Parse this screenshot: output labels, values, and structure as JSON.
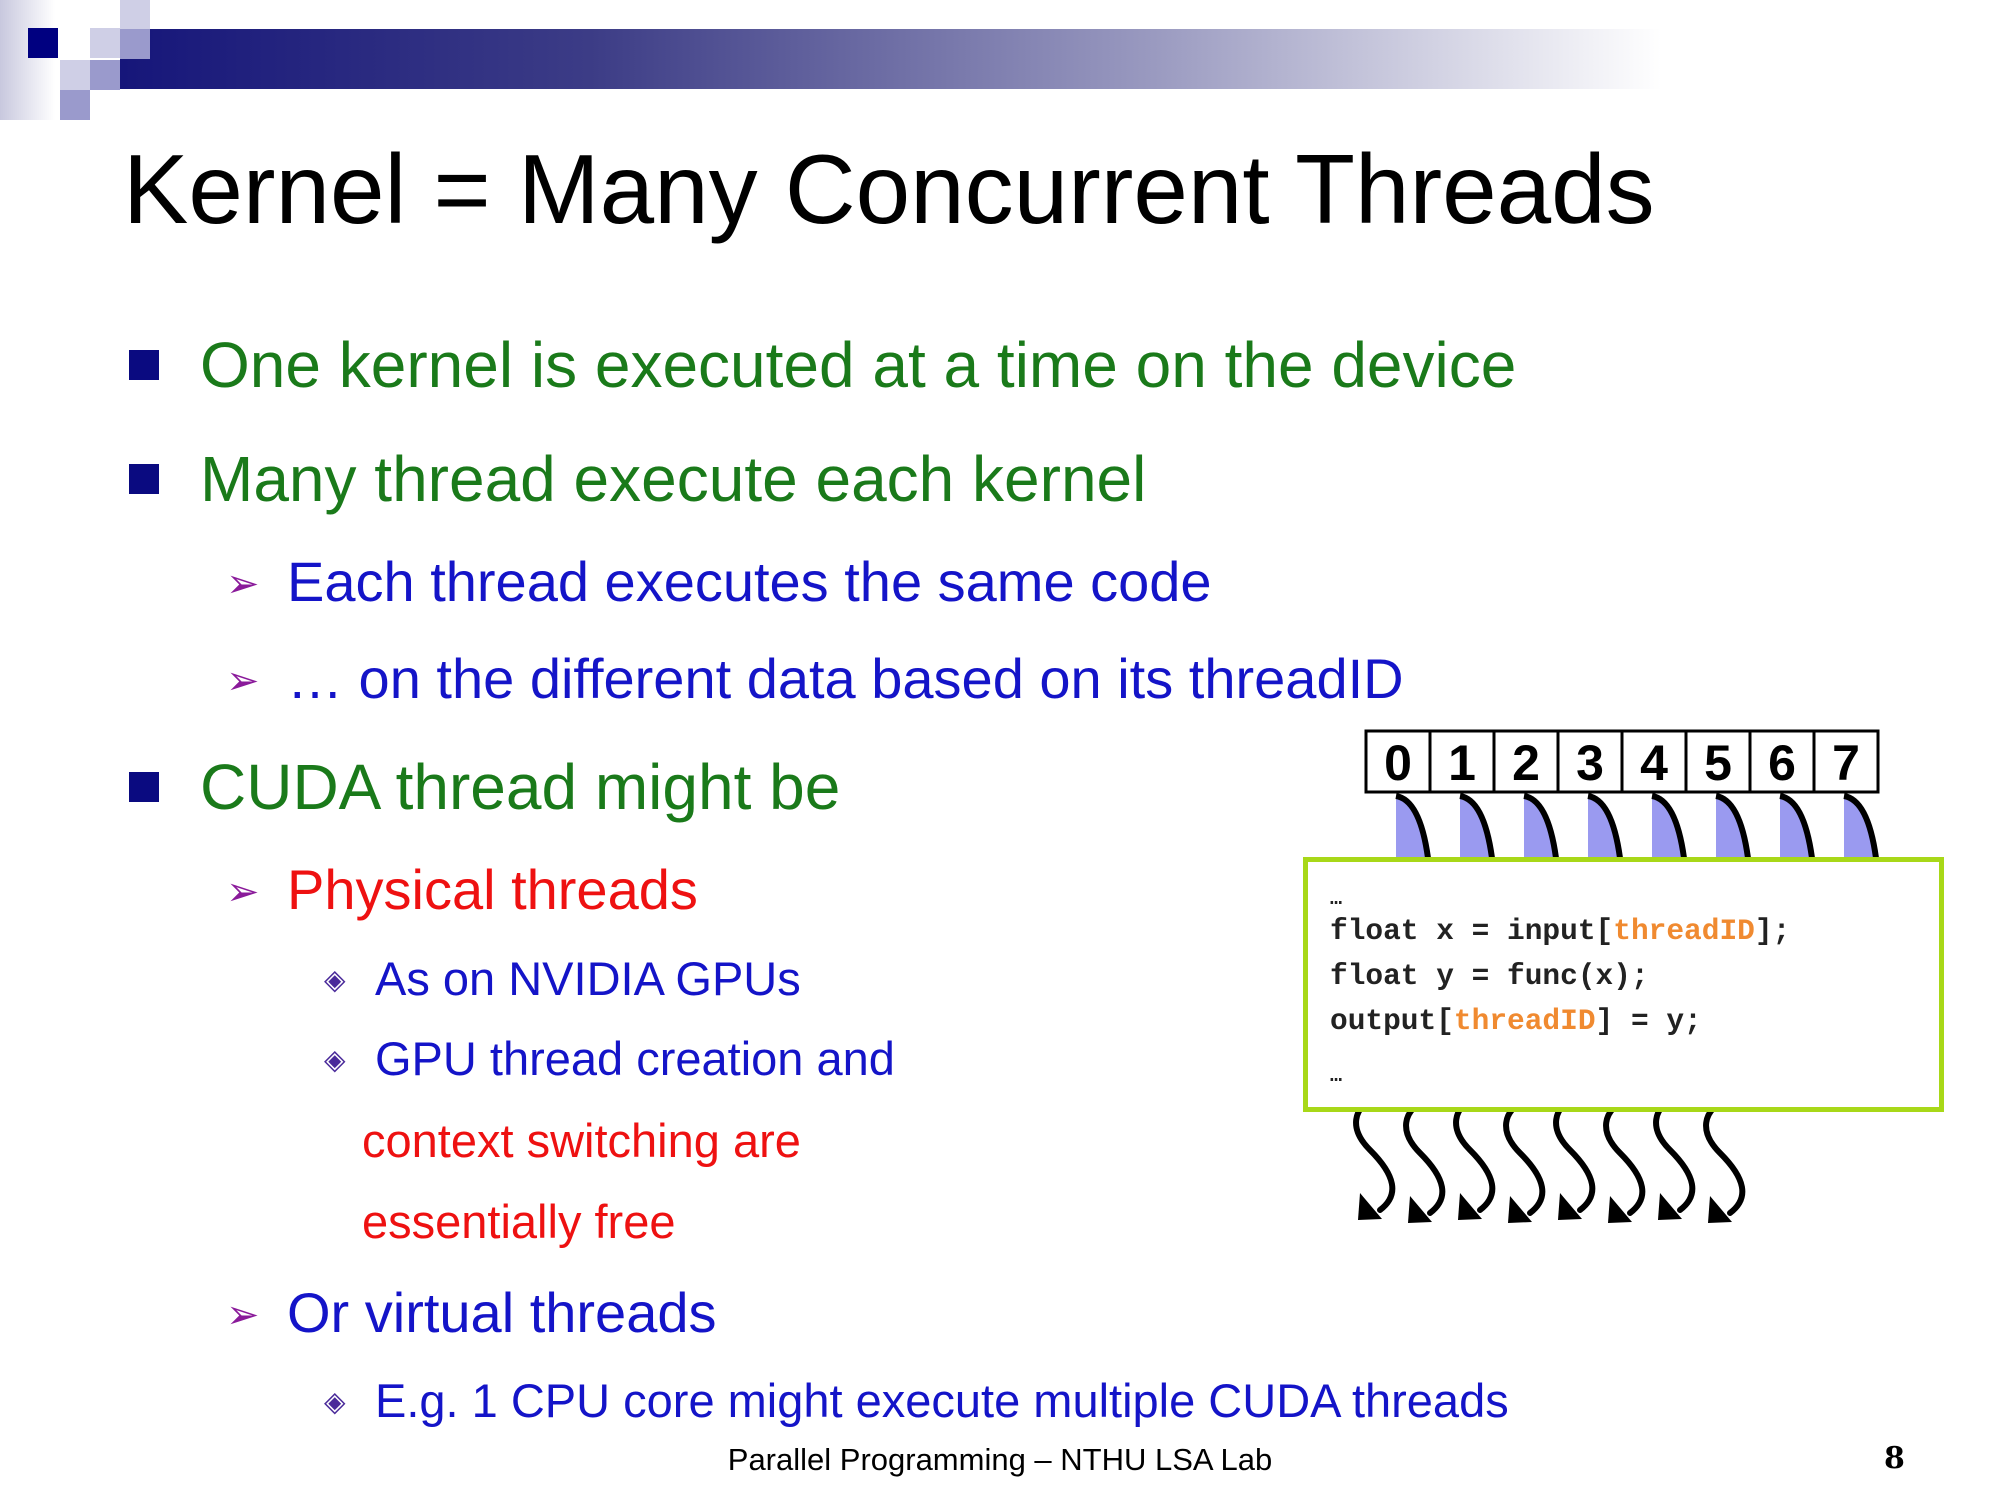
{
  "slide": {
    "title": "Kernel = Many Concurrent Threads",
    "bullets": {
      "b1": "One kernel is executed at a time on the device",
      "b2": "Many thread execute each kernel",
      "b2_1": "Each thread executes the same code",
      "b2_2": "… on the different data based on its threadID",
      "b3": "CUDA thread might be",
      "b3_1": "Physical threads",
      "b3_1_1": "As on NVIDIA GPUs",
      "b3_1_2": "GPU thread creation and",
      "b3_1_2_cont1": "context switching are",
      "b3_1_2_cont2": "essentially free",
      "b3_2": "Or virtual threads",
      "b3_2_1": "E.g. 1 CPU core might execute multiple CUDA threads"
    },
    "diagram": {
      "thread_ids": [
        "0",
        "1",
        "2",
        "3",
        "4",
        "5",
        "6",
        "7"
      ],
      "code": {
        "ellipsis_top": "…",
        "line1_a": "float x = input[",
        "line1_hl": "threadID",
        "line1_b": "];",
        "line2": "float y = func(x);",
        "line3_a": "output[",
        "line3_hl": "threadID",
        "line3_b": "] = y;",
        "ellipsis_bottom": "…"
      },
      "colors": {
        "tab": "#9a9af0",
        "border": "#a8d818",
        "highlight": "#f08a30"
      }
    },
    "footer": "Parallel Programming – NTHU LSA Lab",
    "page_number": "8"
  }
}
